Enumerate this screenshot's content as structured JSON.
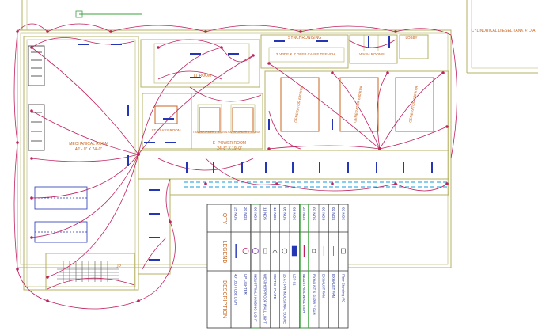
{
  "rooms": {
    "mechanical": "MECHANICAL ROOM",
    "mechanical_size": "40' - 0\" X 74'-0\"",
    "lt_room": "LT ROOM",
    "synchronising": "SYNCHRONISING",
    "cable_trench": "3' WIDE & 4' DEEP CABLE TRENCH",
    "wash_rooms": "WASH ROOMS",
    "lobby": "LOBBY",
    "diesel_tank": "CYLINDRICAL DIESEL TANK 4' DIA",
    "st_class": "ST CLASS ROOM",
    "transformer_1": "TRANSFORMER 1 500kVA",
    "transformer_2": "TRANSFORMER 2 500kVA",
    "power_room": "E- POWER ROOM",
    "power_room_size": "24'-8\" X 19'-0\"",
    "generator_1": "GENERATOR 630 KVA",
    "generator_2": "GENERATOR 630 KVA",
    "generator_3": "GENERATOR 630 KVA",
    "up": "UP"
  },
  "legend": {
    "headers": {
      "description": "DESCRIPTION",
      "legend": "LEGEND",
      "qty": "QTY"
    },
    "rows": [
      {
        "description": "40' LED TUBE LIGHT",
        "qty": "25 NOS"
      },
      {
        "description": "UP LIGHTER",
        "qty": "20 NOS"
      },
      {
        "description": "INDUSTRIAL HANGING LIGHT",
        "qty": "06 NOS"
      },
      {
        "description": "WEATHERPROOF WALL LIGHT",
        "qty": "11 NOS"
      },
      {
        "description": "SWITCH PLATE",
        "qty": "13 NOS"
      },
      {
        "description": "25 A 3 PIN INDUSTRIAL SOCKET",
        "qty": "05 NOS"
      },
      {
        "description": "LCP-01",
        "qty": "01 NOS"
      },
      {
        "description": "INDUSTRIAL WALL LIGHT",
        "qty": "24 NOS"
      },
      {
        "description": "EXHAUST & SUPPLY FAN",
        "qty": "02 NOS"
      },
      {
        "description": "EXHAUST FAN",
        "qty": "03 NOS"
      },
      {
        "description": "EXHAUST FAN",
        "qty": "02 NOS"
      },
      {
        "description": "Floor Standing A/C",
        "qty": "02 NOS"
      }
    ]
  },
  "colors": {
    "wall": "#b5b060",
    "wiring": "#c02060",
    "fixture": "#2436b4",
    "label": "#c8641e",
    "trench": "#40b0e0",
    "green": "#3aa03a"
  }
}
